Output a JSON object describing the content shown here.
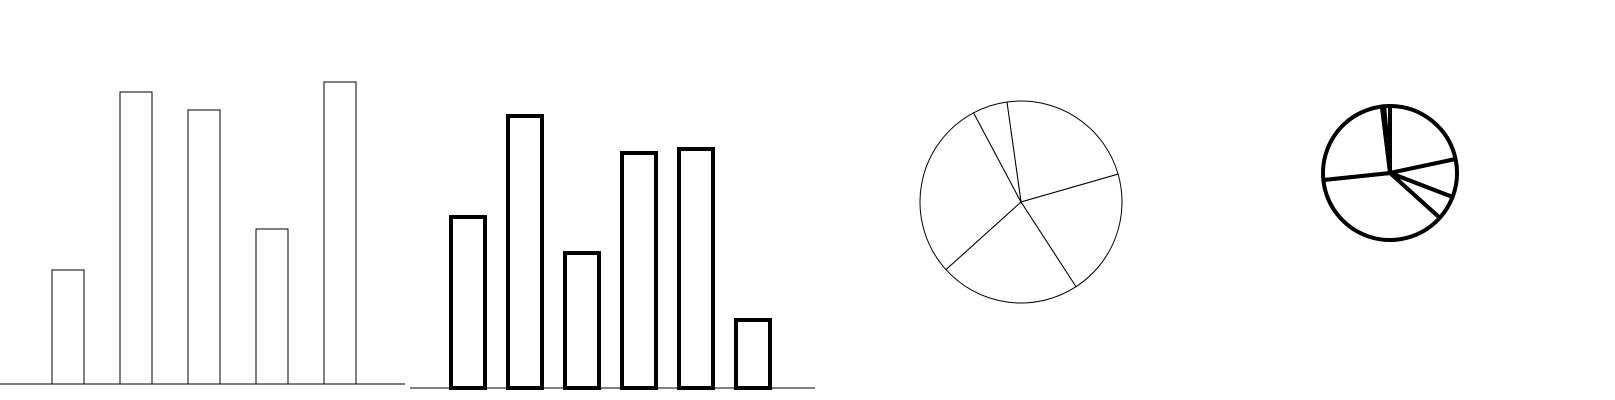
{
  "chart_data": [
    {
      "type": "bar",
      "style": "thin-outline",
      "values": [
        114,
        292,
        274,
        155,
        302
      ],
      "stroke_color": "#000000",
      "fill_color": "#ffffff"
    },
    {
      "type": "bar",
      "style": "thick-outline",
      "values": [
        171,
        272,
        135,
        235,
        239,
        68
      ],
      "stroke_color": "#000000",
      "fill_color": "#ffffff"
    },
    {
      "type": "pie",
      "style": "thin-outline",
      "values": [
        82,
        73,
        81,
        104,
        20
      ],
      "stroke_color": "#000000",
      "fill_color": "#ffffff"
    },
    {
      "type": "pie",
      "style": "thick-outline",
      "values": [
        2,
        5,
        78,
        33,
        21,
        132,
        89
      ],
      "stroke_color": "#000000",
      "fill_color": "#ffffff"
    }
  ]
}
